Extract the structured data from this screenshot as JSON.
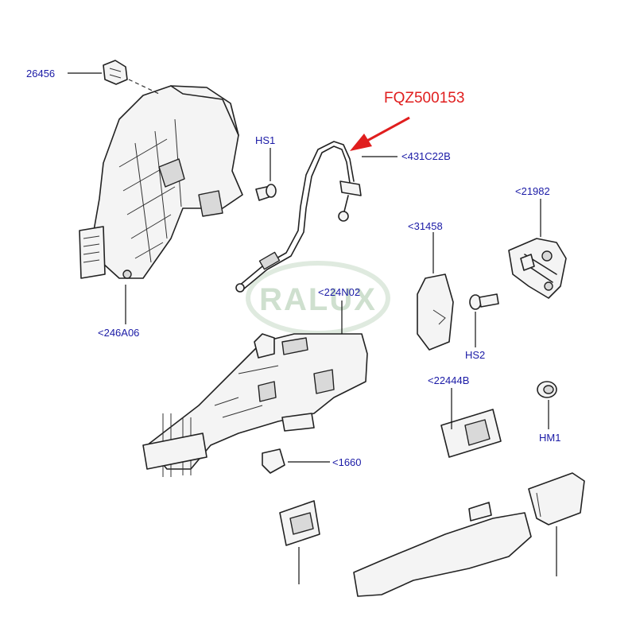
{
  "diagram": {
    "highlight_part": "FQZ500153",
    "watermark": "RALUX",
    "highlight_color": "#e01e1e",
    "label_color": "#1a1aa6",
    "labels": {
      "p26456": "26456",
      "pHS1": "HS1",
      "p431C22B": "<431C22B",
      "p21982": "<21982",
      "p31458": "<31458",
      "p246A06": "<246A06",
      "p224N02": "<224N02",
      "pHS2": "HS2",
      "p22444B": "<22444B",
      "pHM1": "HM1",
      "p1660": "<1660"
    }
  }
}
